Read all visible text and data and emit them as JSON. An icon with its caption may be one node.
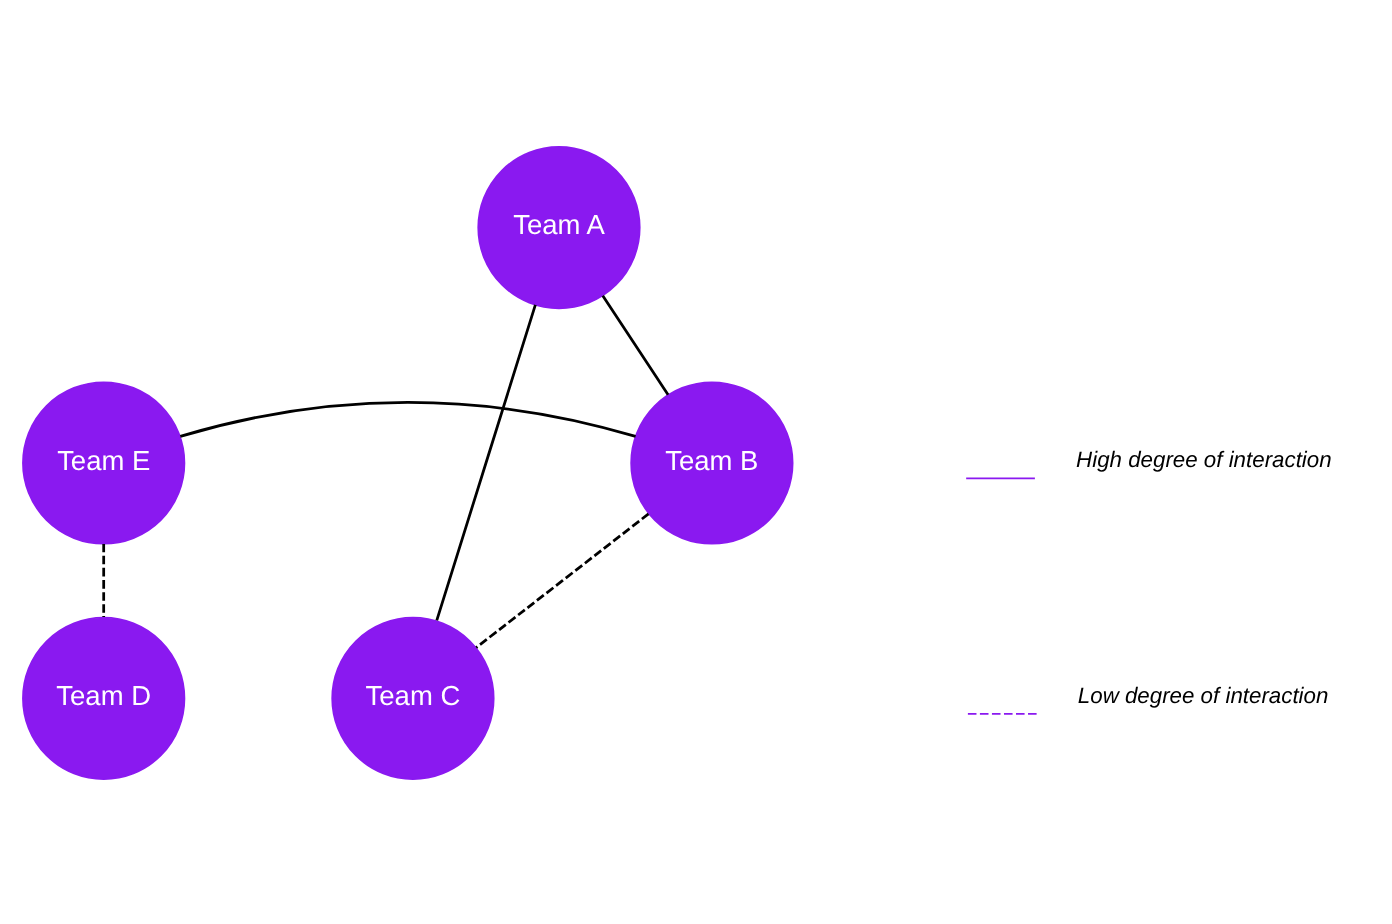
{
  "diagram": {
    "nodes": [
      {
        "text": [
          "Team A"
        ]
      },
      {
        "text": [
          "Team E"
        ]
      },
      {
        "text": [
          "Team B"
        ]
      },
      {
        "text": [
          "Team D"
        ]
      },
      {
        "text": [
          "Team C"
        ]
      }
    ],
    "edges": [
      {
        "from": 0,
        "to": 2,
        "arrow": "none"
      },
      {
        "from": 0,
        "to": 4,
        "arrow": "none"
      },
      {
        "from": 1,
        "to": 2,
        "arrow": "none"
      },
      {
        "from": 1,
        "to": 3,
        "arrow": "none",
        "style": "dashed"
      },
      {
        "from": 2,
        "to": 4,
        "arrow": "none",
        "style": "dashed"
      }
    ],
    "legend": [
      {
        "text": "High degree of interaction"
      },
      {
        "text": "Low degree of interaction"
      }
    ]
  }
}
